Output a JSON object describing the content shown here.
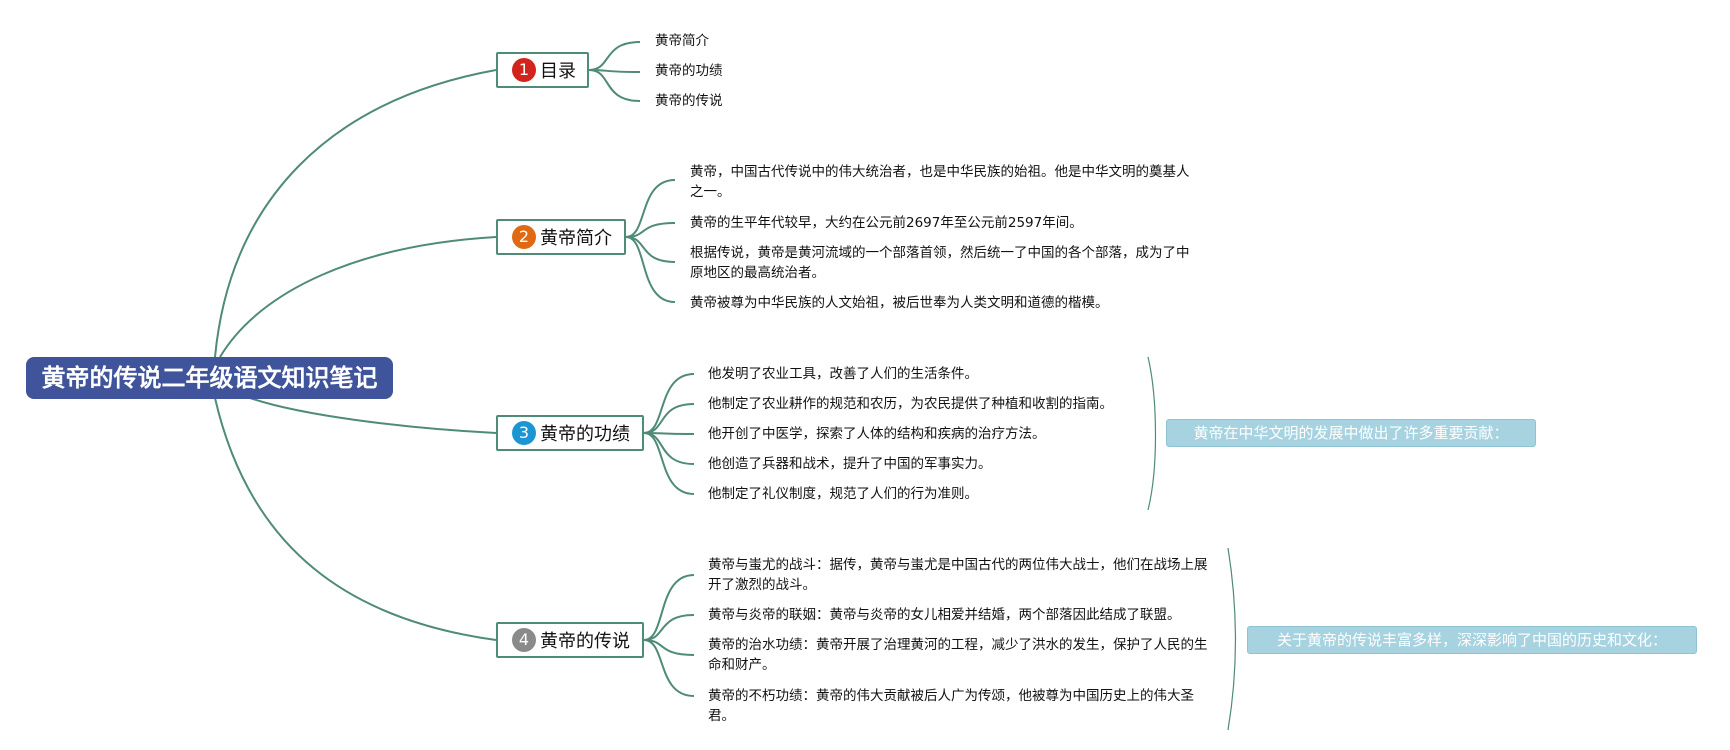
{
  "root": {
    "title": "黄帝的传说二年级语文知识笔记"
  },
  "branches": [
    {
      "number": "1",
      "label": "目录",
      "badge_color": "#d2231c",
      "items": [
        "黄帝简介",
        "黄帝的功绩",
        "黄帝的传说"
      ]
    },
    {
      "number": "2",
      "label": "黄帝简介",
      "badge_color": "#e06a13",
      "items": [
        "黄帝，中国古代传说中的伟大统治者，也是中华民族的始祖。他是中华文明的奠基人之一。",
        "黄帝的生平年代较早，大约在公元前2697年至公元前2597年间。",
        "根据传说，黄帝是黄河流域的一个部落首领，然后统一了中国的各个部落，成为了中原地区的最高统治者。",
        "黄帝被尊为中华民族的人文始祖，被后世奉为人类文明和道德的楷模。"
      ]
    },
    {
      "number": "3",
      "label": "黄帝的功绩",
      "badge_color": "#1b96d3",
      "items": [
        "他发明了农业工具，改善了人们的生活条件。",
        "他制定了农业耕作的规范和农历，为农民提供了种植和收割的指南。",
        "他开创了中医学，探索了人体的结构和疾病的治疗方法。",
        "他创造了兵器和战术，提升了中国的军事实力。",
        "他制定了礼仪制度，规范了人们的行为准则。"
      ],
      "summary": "黄帝在中华文明的发展中做出了许多重要贡献："
    },
    {
      "number": "4",
      "label": "黄帝的传说",
      "badge_color": "#8a8a8a",
      "items": [
        "黄帝与蚩尤的战斗：据传，黄帝与蚩尤是中国古代的两位伟大战士，他们在战场上展开了激烈的战斗。",
        "黄帝与炎帝的联姻：黄帝与炎帝的女儿相爱并结婚，两个部落因此结成了联盟。",
        "黄帝的治水功绩：黄帝开展了治理黄河的工程，减少了洪水的发生，保护了人民的生命和财产。",
        "黄帝的不朽功绩：黄帝的伟大贡献被后人广为传颂，他被尊为中国历史上的伟大圣君。"
      ],
      "summary": "关于黄帝的传说丰富多样，深深影响了中国的历史和文化："
    }
  ],
  "colors": {
    "root_bg": "#3f549a",
    "line": "#4f8b76",
    "summary_bg": "#a7d3e1"
  }
}
